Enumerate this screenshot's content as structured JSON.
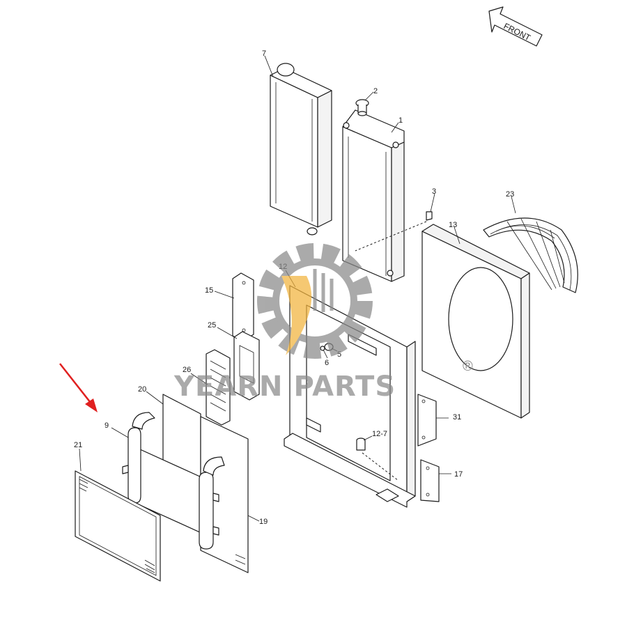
{
  "diagram": {
    "front_label": "FRONT",
    "part_labels": {
      "p1": "1",
      "p2": "2",
      "p3": "3",
      "p5": "5",
      "p6": "6",
      "p7": "7",
      "p9": "9",
      "p12": "12",
      "p12_7": "12-7",
      "p13": "13",
      "p15": "15",
      "p17": "17",
      "p19": "19",
      "p20": "20",
      "p21": "21",
      "p23": "23",
      "p25": "25",
      "p26": "26",
      "p31": "31"
    },
    "highlight_part": "9",
    "colors": {
      "arrow": "#e02020",
      "line": "#1a1a1a",
      "watermark_gray": "#8a8a8a",
      "watermark_gold": "#f2b33d"
    }
  },
  "watermark": {
    "brand": "YEARN PARTS",
    "registered": "®"
  }
}
